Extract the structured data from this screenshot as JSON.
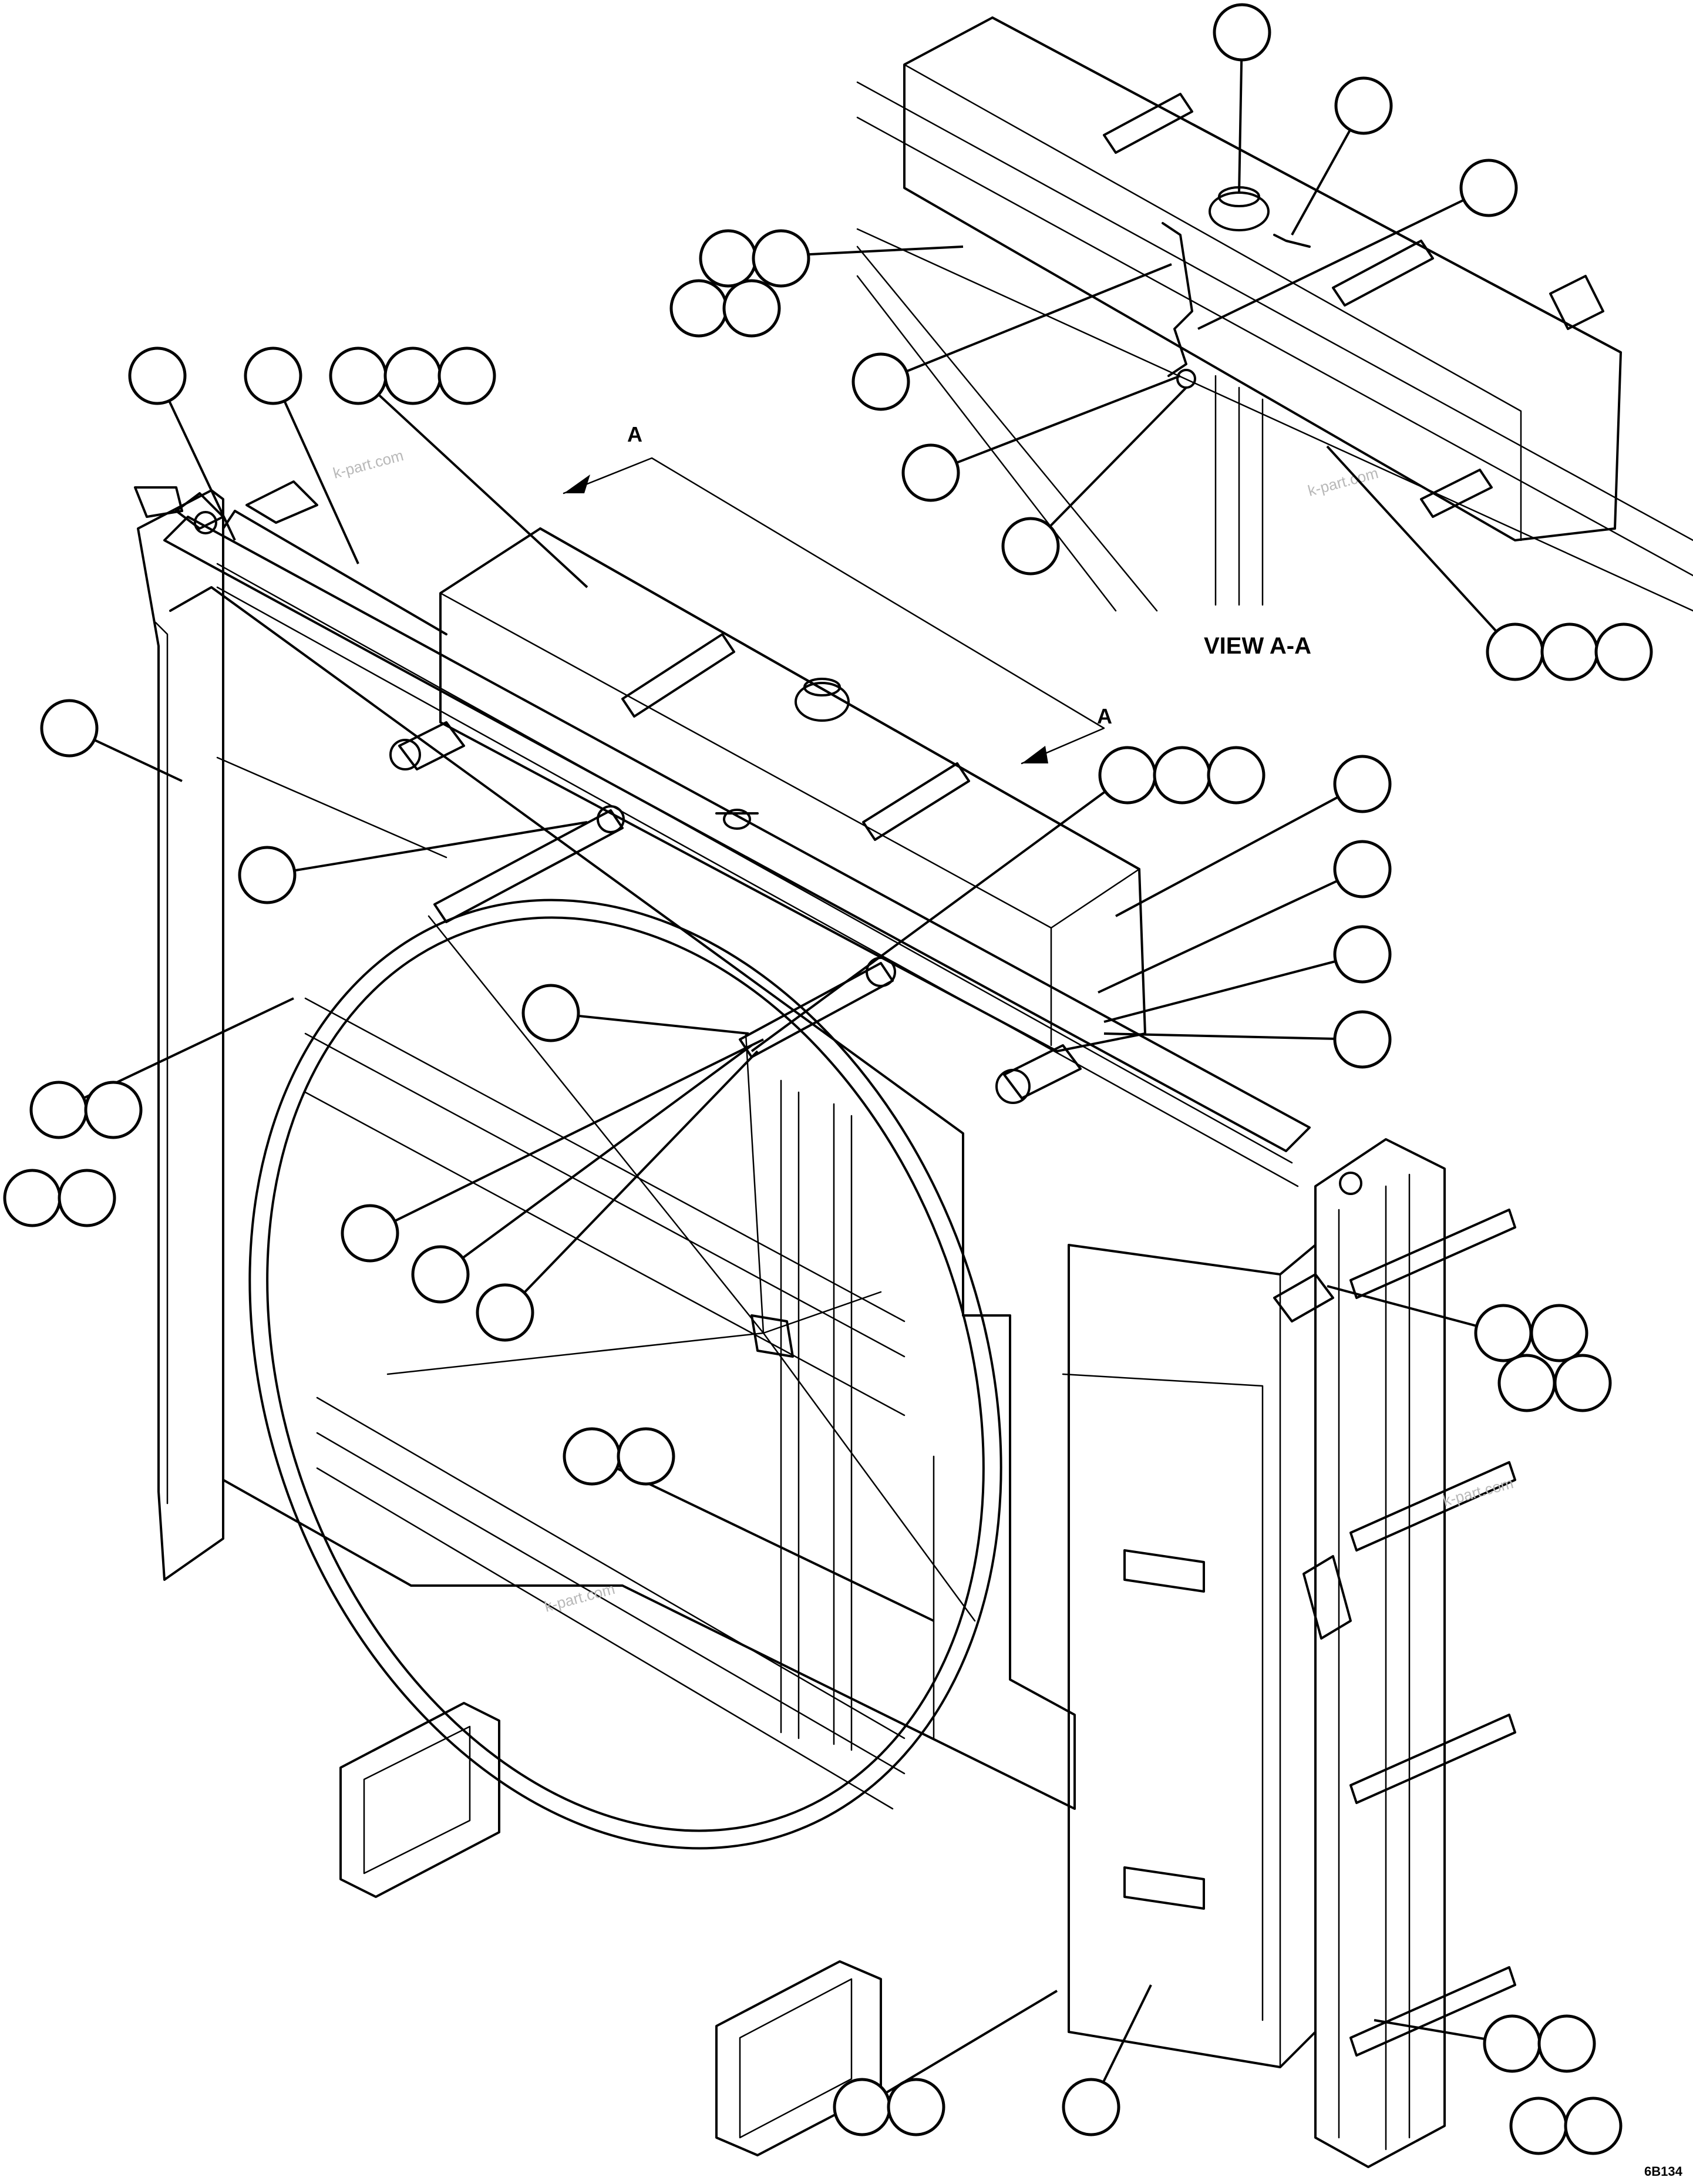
{
  "view_labels": {
    "section_marker_top": "A",
    "section_marker_bottom": "A",
    "view_title": "VIEW A-A"
  },
  "watermarks": [
    "k-part.com",
    "k-part.com",
    "k-part.com",
    "k-part.com"
  ],
  "drawing_code": "6B134",
  "callout_groups": [
    {
      "id": "top-left-1",
      "count": 1
    },
    {
      "id": "top-left-2",
      "count": 1
    },
    {
      "id": "top-left-3",
      "count": 3
    },
    {
      "id": "left-shroud",
      "count": 1
    },
    {
      "id": "left-tube",
      "count": 1
    },
    {
      "id": "left-ring-bolts",
      "count": 4
    },
    {
      "id": "center-1",
      "count": 1
    },
    {
      "id": "center-2",
      "count": 1
    },
    {
      "id": "center-3",
      "count": 1
    },
    {
      "id": "center-4",
      "count": 1
    },
    {
      "id": "center-guard",
      "count": 2
    },
    {
      "id": "right-top-3",
      "count": 3
    },
    {
      "id": "right-stack-1",
      "count": 1
    },
    {
      "id": "right-stack-2",
      "count": 1
    },
    {
      "id": "right-stack-3",
      "count": 1
    },
    {
      "id": "right-stack-4",
      "count": 1
    },
    {
      "id": "right-bracket-bolts",
      "count": 4
    },
    {
      "id": "bottom-left-pair",
      "count": 2
    },
    {
      "id": "bottom-panel",
      "count": 1
    },
    {
      "id": "bottom-right-bolts",
      "count": 4
    },
    {
      "id": "view-cap",
      "count": 1
    },
    {
      "id": "view-plug",
      "count": 1
    },
    {
      "id": "view-pipe",
      "count": 1
    },
    {
      "id": "view-bolts",
      "count": 4
    },
    {
      "id": "view-clamp-1",
      "count": 1
    },
    {
      "id": "view-clamp-2",
      "count": 1
    },
    {
      "id": "view-clamp-3",
      "count": 1
    },
    {
      "id": "view-bracket",
      "count": 3
    }
  ]
}
